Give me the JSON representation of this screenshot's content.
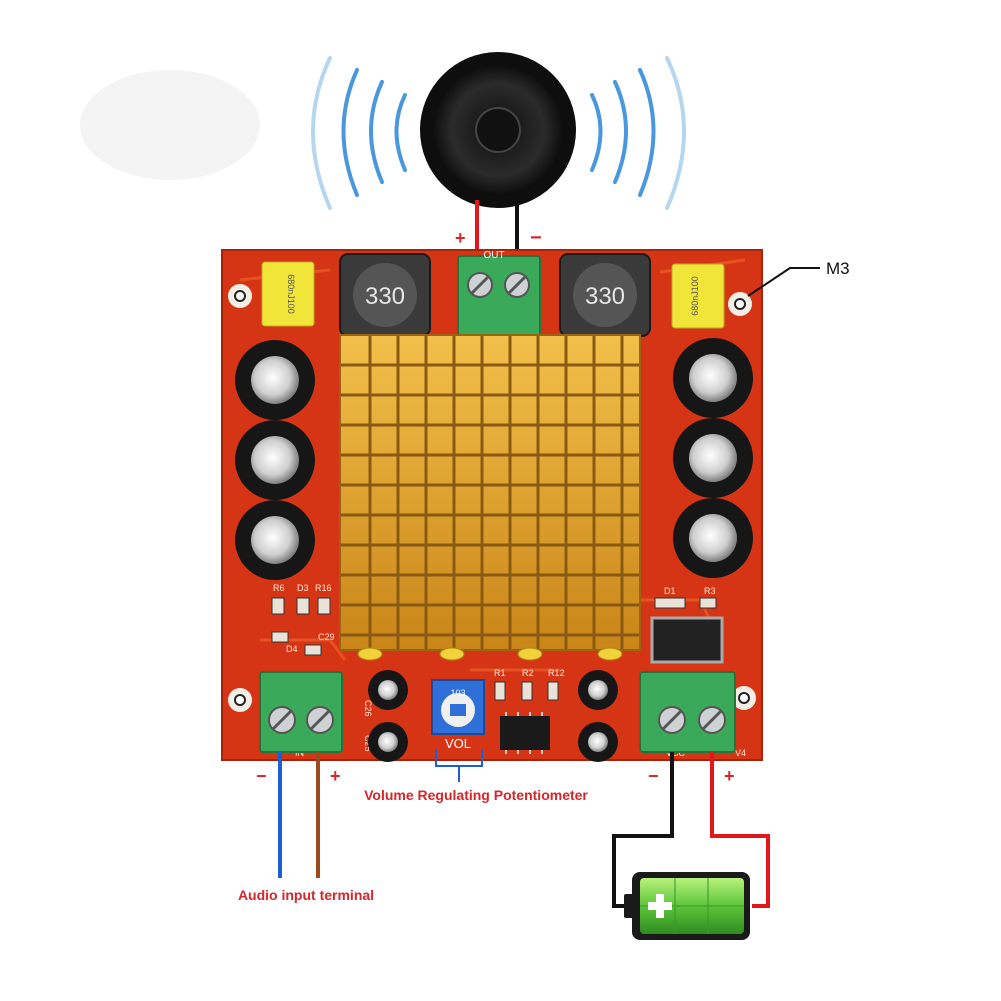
{
  "diagram": {
    "speaker": {
      "polarity_plus": "+",
      "polarity_minus": "−"
    },
    "board": {
      "out_label": "OUT",
      "inductor_left": "330",
      "inductor_right": "330",
      "cap_left": "680nJ100",
      "cap_right": "680nJ100",
      "vol_label": "VOL",
      "pot_code": "103",
      "silk": {
        "r6": "R6",
        "d3": "D3",
        "r16": "R16",
        "c29": "C29",
        "d4": "D4",
        "c26": "C26",
        "c25": "C25",
        "r1": "R1",
        "r2": "R2",
        "r12": "R12",
        "d1": "D1",
        "r3": "R3",
        "in": "IN",
        "vcc": "VCC",
        "v4": "V4"
      }
    },
    "labels": {
      "m3": "M3",
      "volume": "Volume Regulating Potentiometer",
      "audio_input": "Audio input terminal",
      "in_minus": "−",
      "in_plus": "+",
      "pwr_minus": "−",
      "pwr_plus": "+"
    },
    "colors": {
      "board": "#d63515",
      "heatsink": "#e8a42a",
      "terminal": "#3aa95a",
      "label_red": "#d8252a",
      "wire_red": "#e3161c",
      "wire_blue": "#1a5fd6",
      "wire_brown": "#9b4a1e",
      "wire_black": "#111111",
      "battery_green": "#6cd64a"
    }
  }
}
